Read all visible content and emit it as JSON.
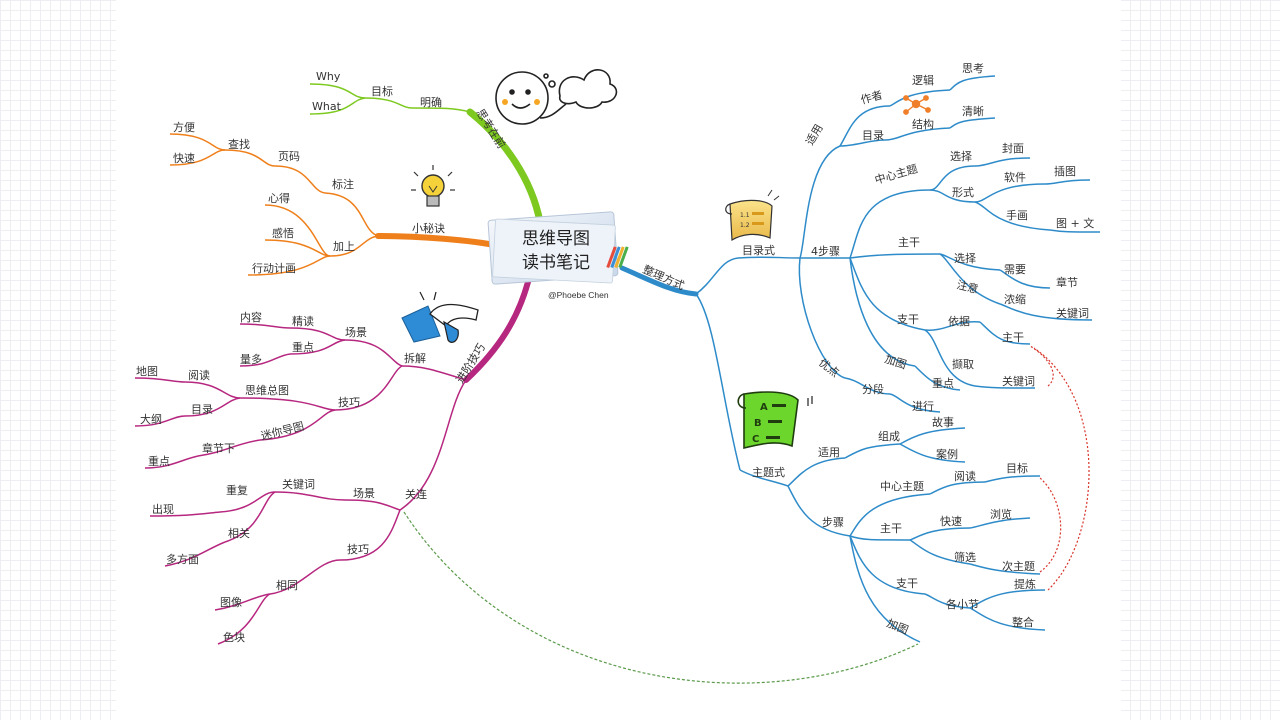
{
  "center": {
    "line1": "思维导图",
    "line2": "读书笔记",
    "author": "@Phoebe Chen"
  },
  "colors": {
    "green": "#7dc91f",
    "orange": "#ef7f1a",
    "magenta": "#b6277f",
    "blue": "#2e8bc9",
    "dashed_red": "#d8352c",
    "dashed_green": "#5a9a4a"
  },
  "green_branch": {
    "root": "思考在前",
    "n1": "明确",
    "n2": "目标",
    "leaf1": "Why",
    "leaf2": "What"
  },
  "orange_branch": {
    "root": "小秘诀",
    "mark": "标注",
    "page": "页码",
    "find": "查找",
    "easy": "方便",
    "fast": "快速",
    "add": "加上",
    "heart": "心得",
    "feel": "感悟",
    "plan": "行动计画"
  },
  "magenta_branch": {
    "root": "进阶技巧",
    "split": "拆解",
    "scene": "场景",
    "intensive": "精读",
    "content": "内容",
    "key": "重点",
    "amount": "量多",
    "skill": "技巧",
    "mindmap": "思维总图",
    "read": "阅读",
    "map": "地图",
    "toc": "目录",
    "outline": "大纲",
    "mini": "迷你导图",
    "chapter": "章节下",
    "keypoint": "重点",
    "relate": "关连",
    "scene2": "场景",
    "keyword": "关键词",
    "repeat": "重复",
    "appear": "出现",
    "related": "相关",
    "multi": "多方面",
    "skill2": "技巧",
    "same": "相同",
    "image": "图像",
    "block": "色块"
  },
  "blue_branch": {
    "root": "整理方式",
    "toc_style": "目录式",
    "apply": "适用",
    "author": "作者",
    "logic": "逻辑",
    "think": "思考",
    "toc": "目录",
    "structure": "结构",
    "clear": "清晰",
    "four_steps": "4步骤",
    "center_topic": "中心主题",
    "choose": "选择",
    "cover": "封面",
    "form": "形式",
    "software": "软件",
    "illus": "插图",
    "hand": "手画",
    "imgtext": "图 + 文",
    "trunk": "主干",
    "choose2": "选择",
    "need": "需要",
    "chapter": "章节",
    "attention": "注意",
    "condense": "浓缩",
    "keyword": "关键词",
    "branch": "支干",
    "basis": "依据",
    "trunk2": "主干",
    "extract": "撷取",
    "keyword2": "关键词",
    "add_img": "加图",
    "key": "重点",
    "pro": "优点",
    "segment": "分段",
    "proceed": "进行",
    "topic_style": "主题式",
    "apply2": "适用",
    "compose": "组成",
    "story": "故事",
    "case": "案例",
    "steps": "步骤",
    "center2": "中心主题",
    "read": "阅读",
    "target": "目标",
    "trunk3": "主干",
    "quick": "快速",
    "browse": "浏览",
    "filter": "筛选",
    "subtopic": "次主题",
    "branch2": "支干",
    "each": "各小节",
    "refine": "提炼",
    "integrate": "整合",
    "addimg2": "加图"
  },
  "icons": [
    "thinking-face-icon",
    "lightbulb-icon",
    "scroll-list-icon",
    "hand-tearing-icon",
    "abc-scroll-icon",
    "network-icon",
    "notebook-icon"
  ]
}
